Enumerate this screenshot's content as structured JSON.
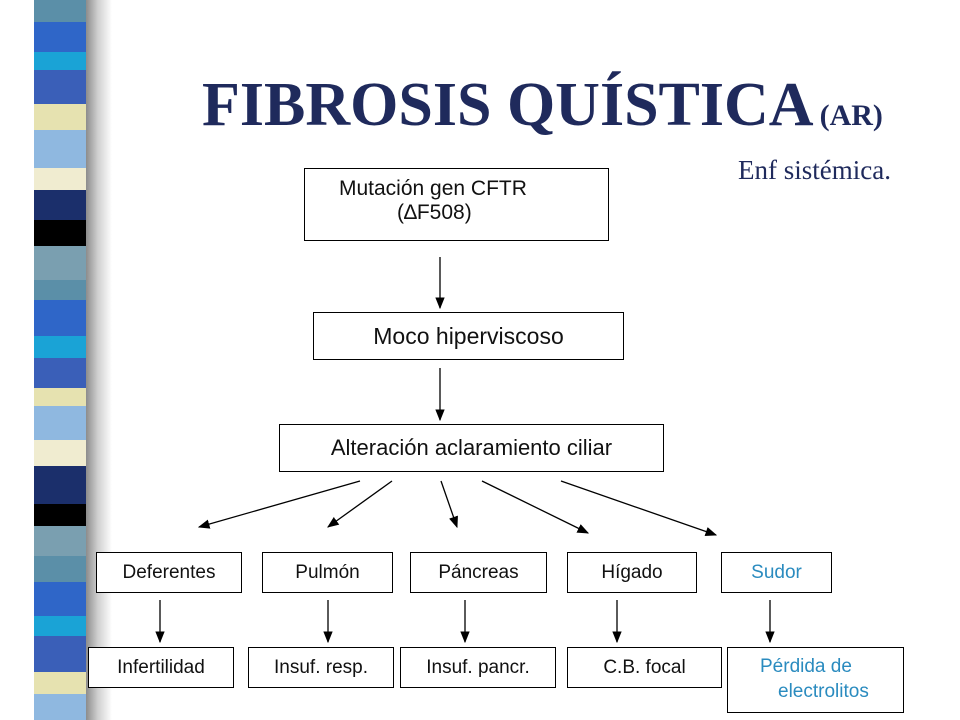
{
  "title": {
    "main": "FIBROSIS QUÍSTICA",
    "suffix": "(AR)"
  },
  "subtitle": "Enf sistémica.",
  "flow": {
    "mutation": {
      "line1": "Mutación gen CFTR",
      "line2": "(∆F508)"
    },
    "mucus": "Moco hiperviscoso",
    "clearance": "Alteración aclaramiento ciliar"
  },
  "organs": [
    "Deferentes",
    "Pulmón",
    "Páncreas",
    "Hígado",
    "Sudor"
  ],
  "outcomes": [
    "Infertilidad",
    "Insuf. resp.",
    "Insuf. pancr.",
    "C.B. focal",
    "Pérdida de electrolitos"
  ],
  "outcome_sudor": {
    "line1": "Pérdida de",
    "line2": "electrolitos"
  },
  "colors": {
    "title": "#1f2a5c",
    "highlight": "#2a8bbf"
  }
}
